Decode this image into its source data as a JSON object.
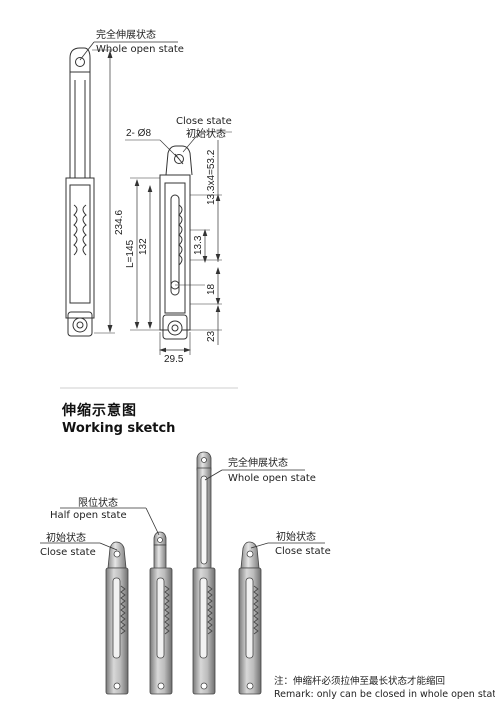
{
  "top_drawing": {
    "open_label_cn": "完全伸展状态",
    "open_label_en": "Whole open state",
    "close_label_en": "Close state",
    "close_label_cn": "初始状态",
    "hole_dim": "2- Ø8",
    "dim_total": "234.6",
    "dim_pitch_total": "13.3x4=53.2",
    "dim_L": "L=145",
    "dim_132": "132",
    "dim_13_3": "13.3",
    "dim_18": "18",
    "dim_23": "23",
    "dim_width": "29.5"
  },
  "sketch": {
    "title_cn": "伸缩示意图",
    "title_en": "Working sketch",
    "half_label_cn": "限位状态",
    "half_label_en": "Half open state",
    "close_label_cn_left": "初始状态",
    "close_label_en_left": "Close state",
    "open_label_cn": "完全伸展状态",
    "open_label_en": "Whole open state",
    "close_label_cn_right": "初始状态",
    "close_label_en_right": "Close state",
    "note_cn": "注：伸缩杆必须拉伸至最长状态才能缩回",
    "note_en": "Remark: only can be closed in whole open state"
  }
}
